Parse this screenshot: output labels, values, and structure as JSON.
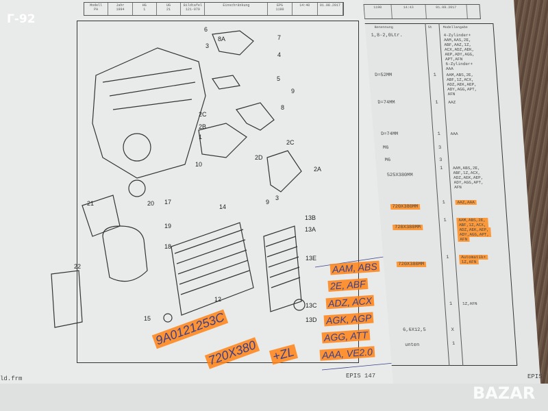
{
  "watermark_tag": "Г-92",
  "left_page": {
    "header": {
      "cols": [
        "Modell",
        "Jahr",
        "HG",
        "UG",
        "Bildtafel",
        "Einschränkung",
        "EPG"
      ],
      "values": [
        "PA",
        "1994",
        "1",
        "21",
        "121-070",
        "",
        "1190"
      ],
      "time": "14:40",
      "date": "01.08.2017"
    },
    "part_labels": [
      "6",
      "8A",
      "3",
      "7",
      "4",
      "5",
      "9",
      "2C",
      "8",
      "2B",
      "1",
      "2C",
      "2D",
      "10",
      "2A",
      "3",
      "9",
      "14",
      "21",
      "20",
      "17",
      "19",
      "18",
      "13B",
      "13A",
      "22",
      "13E",
      "12",
      "15",
      "13C",
      "13D"
    ],
    "handwritten_left": [
      "9A0121253C",
      "720X380",
      "+ZL"
    ],
    "handwritten_right": [
      "AAM, ABS",
      "2E, ABF",
      "ADZ, ACX",
      "AGK, AGP",
      "AGG, ATT",
      "AAA, VE2.0"
    ],
    "footer_left": "ld.frm",
    "footer_right": "EPIS 147"
  },
  "right_page": {
    "header": {
      "epg": "1190",
      "time": "14:43",
      "date": "01.08.2017"
    },
    "columns": [
      "Benennung",
      "St",
      "Modellangabe"
    ],
    "rows": [
      {
        "name": "1,8-2,0Ltr.",
        "qty": "",
        "models": [
          "4-Zylinder+",
          "AAM,AAS,2E,",
          "ABF,AAZ,1Z,",
          "ACX,ADZ,AEK,",
          "AEP,ADY,AGG,",
          "APT,AFN",
          "6-Zylinder+",
          "AAA"
        ]
      },
      {
        "name": "D=52MM",
        "qty": "1",
        "models": [
          "AAM,ABS,2E,",
          "ABF,1Z,ACX,",
          "ADZ,AEK,AEP,",
          "ADY,AGG,APT,",
          "AFN"
        ]
      },
      {
        "name": "D=74MM",
        "qty": "1",
        "models": [
          "AAZ"
        ]
      },
      {
        "name": "D=74MM",
        "qty": "1",
        "models": [
          "AAA"
        ]
      },
      {
        "name": "M6",
        "qty": "3",
        "models": []
      },
      {
        "name": "M6",
        "qty": "3",
        "models": []
      },
      {
        "name": "525X380MM",
        "qty": "1",
        "models": [
          "AAM,ABS,2E,",
          "ABF,1Z,ACX,",
          "ADZ,AEK,AEP,",
          "ADY,AGG,APT,",
          "AFN"
        ]
      },
      {
        "name": "720X380MM",
        "qty": "1",
        "models": [
          "AAZ,AAA"
        ]
      },
      {
        "name": "720X380MM",
        "qty": "1",
        "models": [
          "AAM,ABS,2E,",
          "ABF,1Z,ACX,",
          "ADZ,AEK,AEP,",
          "ADY,AGG,APT,",
          "AFN"
        ]
      },
      {
        "name": "720X380MM",
        "qty": "1",
        "models": [
          "Automatik+",
          "1Z,AFN"
        ]
      },
      {
        "name": "",
        "qty": "1",
        "models": [
          "1Z,AFN"
        ]
      },
      {
        "name": "6,6X12,5",
        "qty": "X",
        "models": []
      },
      {
        "name": "unten",
        "qty": "1",
        "models": []
      }
    ],
    "footer": "EPIS"
  },
  "logo": "BAZAR"
}
